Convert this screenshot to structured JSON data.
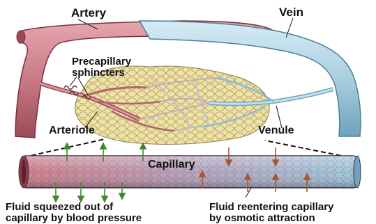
{
  "labels": {
    "artery": "Artery",
    "vein": "Vein",
    "precapillary": "Precapillary\nsphincters",
    "arteriole": "Arteriole",
    "venule": "Venule",
    "capillary": "Capillary",
    "fluid_out": "Fluid squeezed out of\ncapillary by blood pressure",
    "fluid_in": "Fluid reentering capillary\nby osmotic attraction"
  },
  "colors": {
    "artery": "#c97a86",
    "artery_dark": "#8e3b49",
    "vein": "#a9cfe0",
    "vein_dark": "#5f94ad",
    "tissue": "#efe3a4",
    "capillary_red": "#d48f98",
    "capillary_blue": "#9fc9dc",
    "arrow_green": "#3d8a2e",
    "arrow_brown": "#a8552f"
  }
}
